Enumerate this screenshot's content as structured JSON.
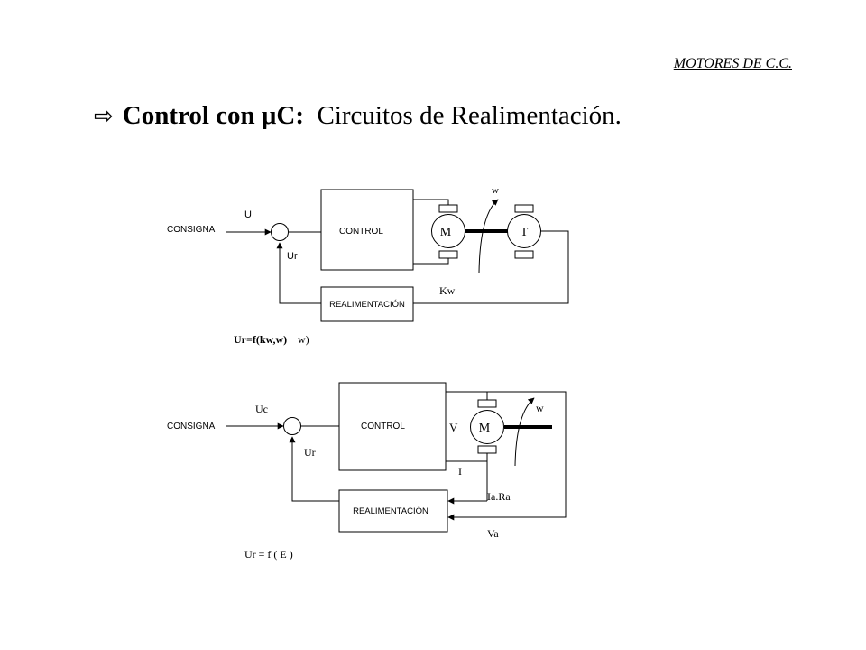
{
  "header": {
    "section": "MOTORES DE C.C."
  },
  "title": {
    "arrow": "⇨",
    "bold": "Control con μC:",
    "rest": "Circuitos de Realimentación."
  },
  "diagram1": {
    "consigna": "CONSIGNA",
    "u": "U",
    "ur": "Ur",
    "control": "CONTROL",
    "realimentacion": "REALIMENTACIÓN",
    "motor": "M",
    "tacho": "T",
    "w": "w",
    "kw": "Kw",
    "formula_bold": "Ur=f(kw,w)",
    "formula_rest": "w)"
  },
  "diagram2": {
    "consigna": "CONSIGNA",
    "uc": "Uc",
    "ur": "Ur",
    "control": "CONTROL",
    "realimentacion": "REALIMENTACIÓN",
    "motor": "M",
    "v": "V",
    "i": "I",
    "w": "w",
    "iara": "Ia.Ra",
    "va": "Va",
    "formula": "Ur = f ( E )"
  }
}
